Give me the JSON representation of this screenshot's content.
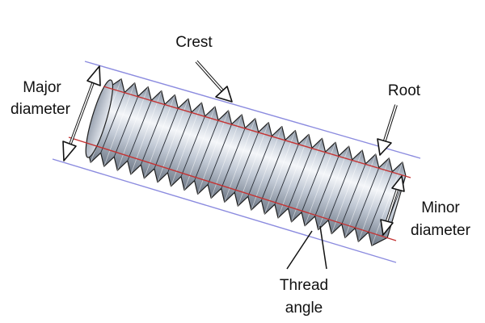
{
  "labels": {
    "major_line1": "Major",
    "major_line2": "diameter",
    "crest": "Crest",
    "root": "Root",
    "minor_line1": "Minor",
    "minor_line2": "diameter",
    "thread_line1": "Thread",
    "thread_line2": "angle"
  },
  "colors": {
    "background": "#ffffff",
    "major_diameter_lines": "#8b8bdf",
    "minor_diameter_lines": "#c43333",
    "bolt_metal": "#c4ccd8",
    "bolt_outline": "#1f1f1f",
    "text": "#111111"
  },
  "icons": {
    "major_diameter": "double-headed-arrow-icon",
    "crest_pointer": "arrow-icon",
    "root_pointer": "arrow-icon",
    "minor_diameter": "double-headed-arrow-icon",
    "thread_angle_pointer": "line-icon"
  }
}
